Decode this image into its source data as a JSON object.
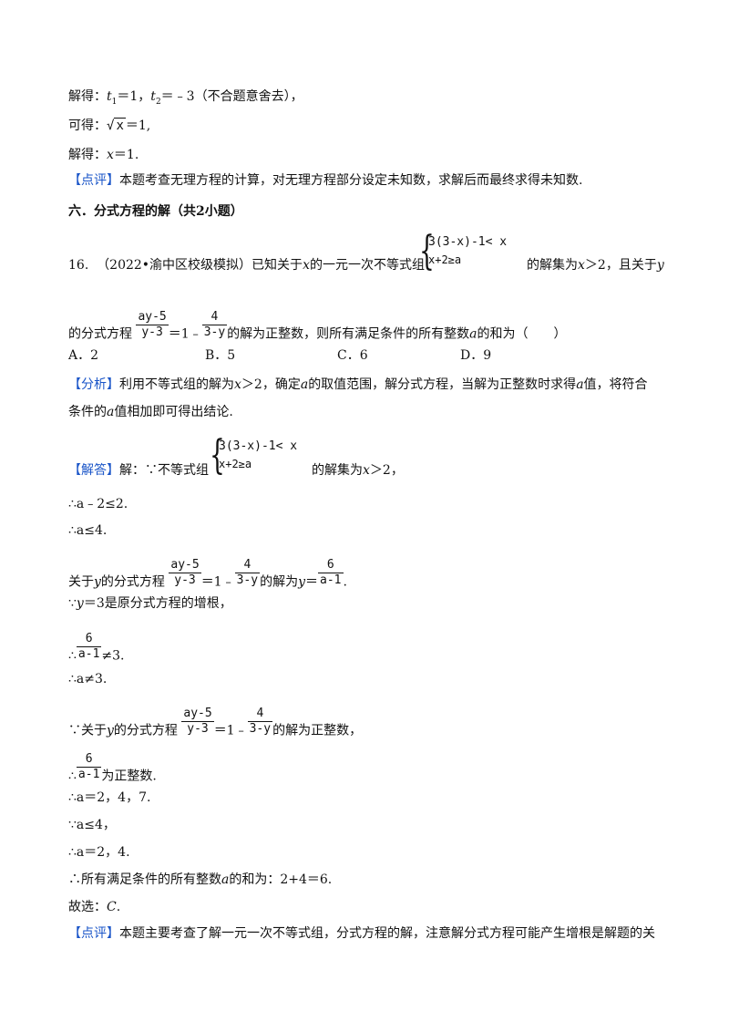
{
  "lines": {
    "l1_prefix": "解得：",
    "l1_t1": "t",
    "l1_sub1": "1",
    "l1_eq1": "＝1，",
    "l1_t2": "t",
    "l1_sub2": "2",
    "l1_eq2": "＝﹣3（不合题意舍去），",
    "l2_prefix": "可得：",
    "l2_rad": "x",
    "l2_suffix": "＝1,",
    "l3_prefix": "解得：",
    "l3_var": "x",
    "l3_suffix": "＝1.",
    "l4_tag": "【点评】",
    "l4_text": "本题考查无理方程的计算，对无理方程部分设定未知数，求解后而最终求得未知数.",
    "section_title": "六．分式方程的解（共2小题）"
  },
  "q16": {
    "number": "16.",
    "source": "（2022•渝中区校级模拟）",
    "text_a": "已知关于",
    "var_x": "x",
    "text_b": "的一元一次不等式组",
    "ineq_row1": "3(3-x)-1< x",
    "ineq_row2": "x+2≥a",
    "text_c": "的解集为",
    "cond": "x",
    "cond_rest": "＞2，且关于",
    "var_y": "y",
    "line2_a": "的分式方程",
    "frac1_num": "ay-5",
    "frac1_den": "y-3",
    "eq_mid": "＝1﹣",
    "frac2_num": "4",
    "frac2_den": "3-y",
    "line2_b": "的解为正整数，则所有满足条件的所有整数",
    "var_a": "a",
    "line2_c": "的和为（　　）",
    "options": [
      "A．2",
      "B．5",
      "C．6",
      "D．9"
    ]
  },
  "analysis": {
    "tag": "【分析】",
    "text1a": "利用不等式组的解为",
    "text1b": "x",
    "text1c": "＞2，确定",
    "text1d": "a",
    "text1e": "的取值范围，解分式方程，当解为正整数时求得",
    "text1f": "a",
    "text1g": "值，将符合",
    "text2a": "条件的",
    "text2b": "a",
    "text2c": "值相加即可得出结论."
  },
  "solution": {
    "tag": "【解答】",
    "s1a": "解：∵不等式组",
    "s1b": "的解集为",
    "s1c": "x",
    "s1d": "＞2，",
    "s2": "∴a﹣2≤2.",
    "s3": "∴a≤4.",
    "s4a": "关于",
    "s4b": "y",
    "s4c": "的分式方程",
    "s4d": "的解为",
    "s4e": "y",
    "s4f": "＝",
    "frac3_num": "6",
    "frac3_den": "a-1",
    "s5a": "∵",
    "s5b": "y",
    "s5c": "＝3是原分式方程的增根，",
    "s6a": "∴",
    "s6b": "≠3.",
    "s7": "∴a≠3.",
    "s8a": "∵关于",
    "s8b": "y",
    "s8c": "的分式方程",
    "s8d": "的解为正整数，",
    "s9a": "∴",
    "s9b": "为正整数.",
    "s10": "∴a＝2，4，7.",
    "s11": "∵a≤4，",
    "s12": "∴a＝2，4.",
    "s13a": "∴所有满足条件的所有整数",
    "s13b": "a",
    "s13c": "的和为：2+4＝6.",
    "s14a": "故选：",
    "s14b": "C",
    "s14c": ".",
    "s15_tag": "【点评】",
    "s15_text": "本题主要考查了解一元一次不等式组，分式方程的解，注意解分式方程可能产生增根是解题的关"
  },
  "colors": {
    "tag": "#1a55c8"
  }
}
